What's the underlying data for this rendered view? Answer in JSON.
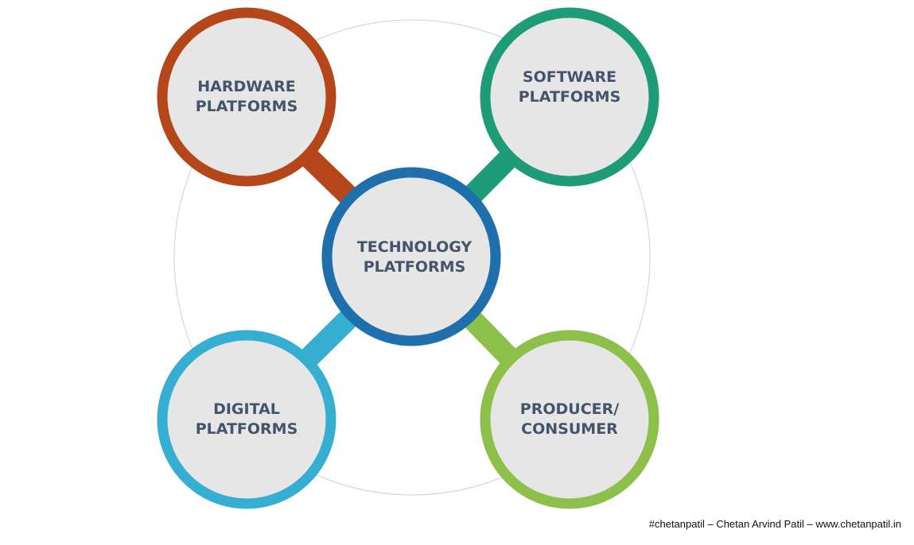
{
  "nodes": {
    "center": {
      "line1": "TECHNOLOGY",
      "line2": "PLATFORMS",
      "color": "#1F6FAD"
    },
    "hardware": {
      "line1": "HARDWARE",
      "line2": "PLATFORMS",
      "color": "#B5461A"
    },
    "software": {
      "line1": "SOFTWARE",
      "line2": "PLATFORMS",
      "color": "#1E9C78"
    },
    "digital": {
      "line1": "DIGITAL",
      "line2": "PLATFORMS",
      "color": "#36AED1"
    },
    "producer": {
      "line1": "PRODUCER/",
      "line2": "CONSUMER",
      "color": "#8CC04A"
    }
  },
  "footer": "#chetanpatil – Chetan Arvind Patil – www.chetanpatil.in"
}
